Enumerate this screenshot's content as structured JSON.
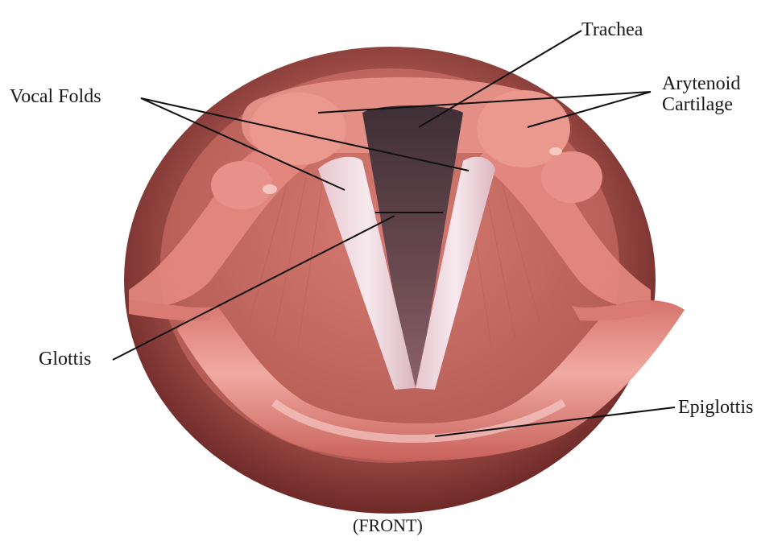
{
  "labels": {
    "trachea": "Trachea",
    "vocal_folds": "Vocal Folds",
    "arytenoid_line1": "Arytenoid",
    "arytenoid_line2": "Cartilage",
    "glottis": "Glottis",
    "epiglottis": "Epiglottis",
    "front": "(FRONT)"
  },
  "colors": {
    "outer_dark": "#7a2f2c",
    "outer_mid": "#a8504a",
    "inner_pink": "#c86a62",
    "tissue_light": "#e48f86",
    "fold_white": "#eed9e0",
    "glottis_dark": "#5e3f45",
    "leader_line": "#111111"
  }
}
